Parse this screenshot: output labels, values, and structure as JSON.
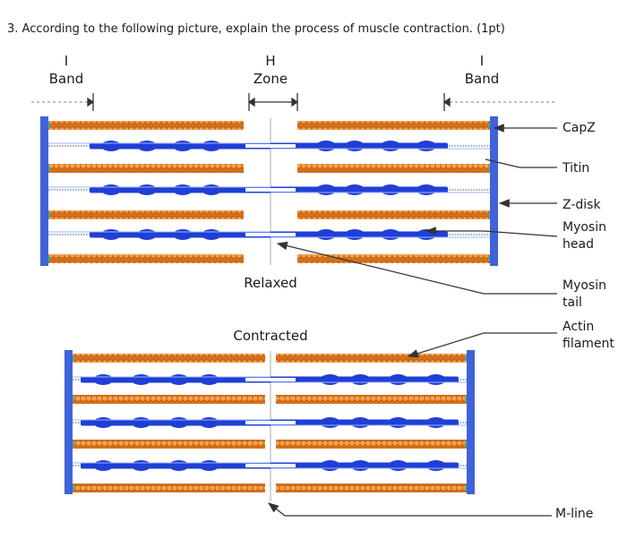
{
  "question": "3. According to the following picture, explain the process of muscle contraction. (1pt)",
  "labels": {
    "i_band_left": [
      "I",
      "Band"
    ],
    "h_zone": [
      "H",
      "Zone"
    ],
    "i_band_right": [
      "I",
      "Band"
    ],
    "relaxed": "Relaxed",
    "contracted": "Contracted"
  },
  "legend": {
    "capz": "CapZ",
    "titin": "Titin",
    "z_disk": "Z-disk",
    "myosin_head": [
      "Myosin",
      "head"
    ],
    "myosin_tail": [
      "Myosin",
      "tail"
    ],
    "actin_filament": [
      "Actin",
      "filament"
    ],
    "m_line": "M-line"
  },
  "colors": {
    "z_disk": "#3f63d8",
    "myosin": "#1f3fd6",
    "actin": "#e07a1c",
    "actin_bead": "#f59c3e",
    "titin": "#9aa4c4",
    "capz": "#27b7a8",
    "leader": "#333333"
  }
}
